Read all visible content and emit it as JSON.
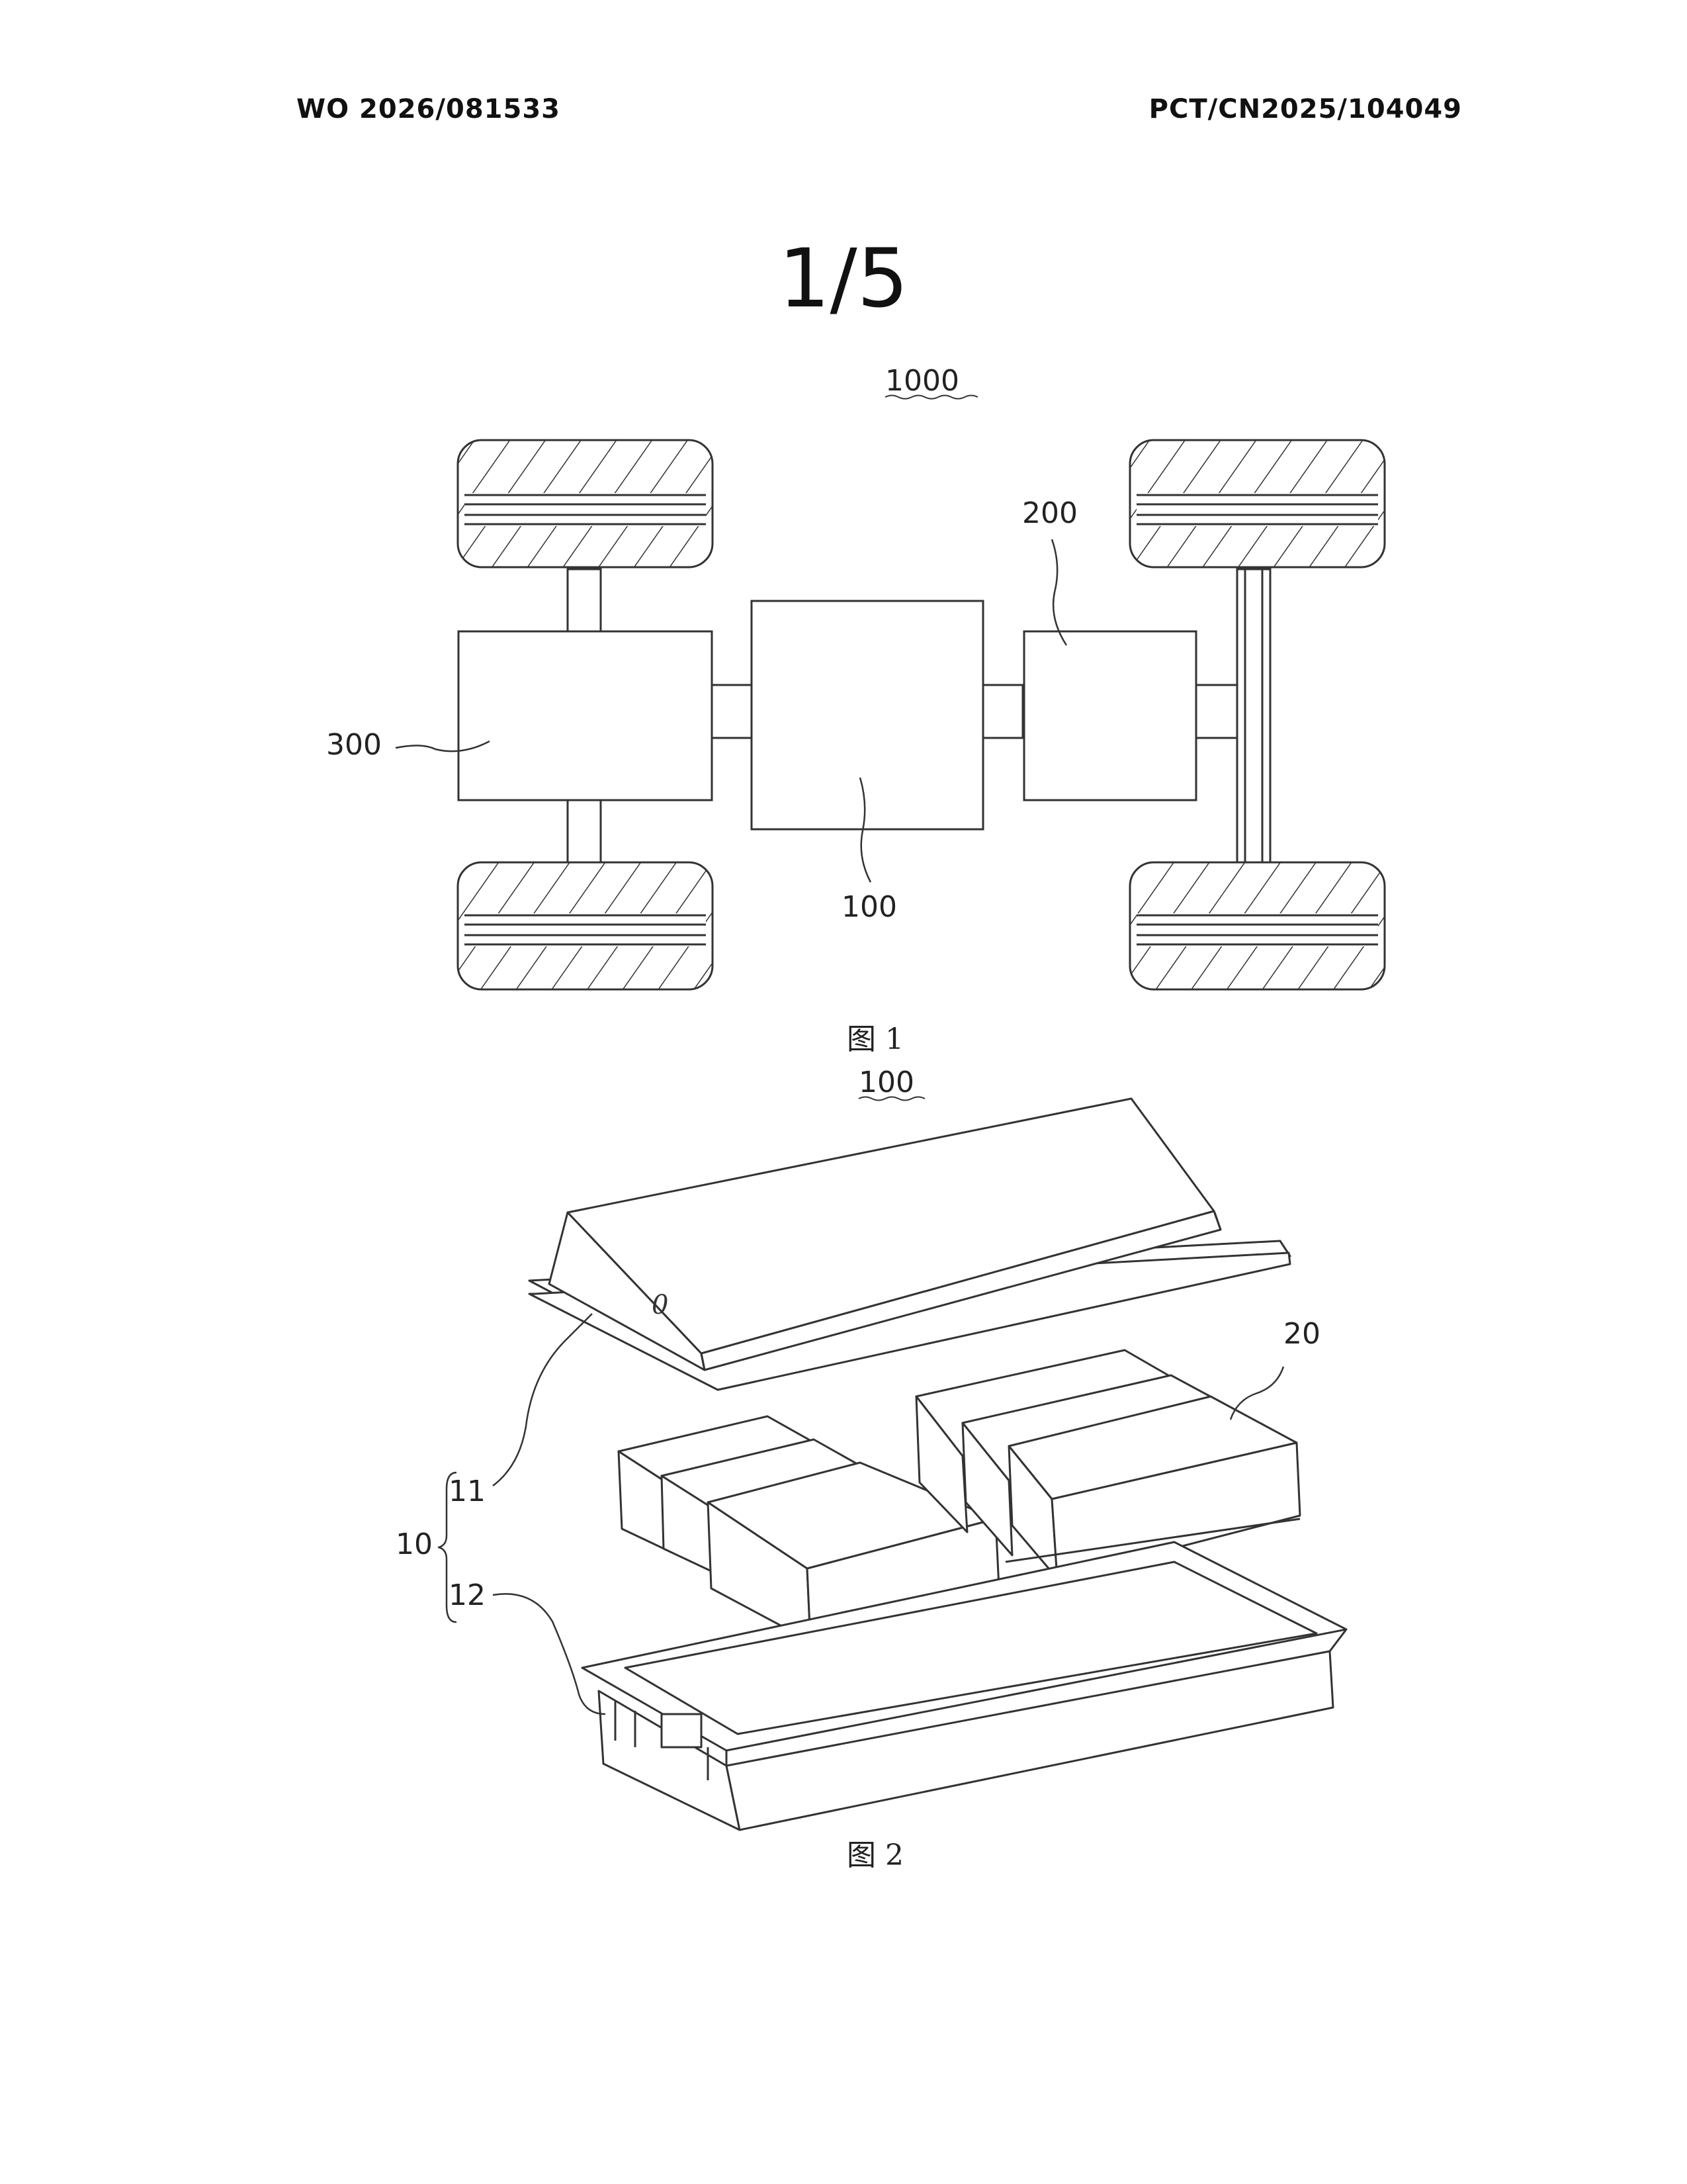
{
  "header": {
    "publication_number": "WO 2026/081533",
    "application_number": "PCT/CN2025/104049"
  },
  "sheet_number": "1/5",
  "figure1": {
    "caption": "图 1",
    "ref_vehicle": "1000",
    "ref_battery": "100",
    "ref_motor": "200",
    "ref_controller": "300"
  },
  "figure2": {
    "caption": "图 2",
    "ref_battery": "100",
    "ref_box": "10",
    "ref_upper_box": "11",
    "ref_lower_box": "12",
    "ref_modules": "20",
    "ref_mark_o": "0"
  }
}
